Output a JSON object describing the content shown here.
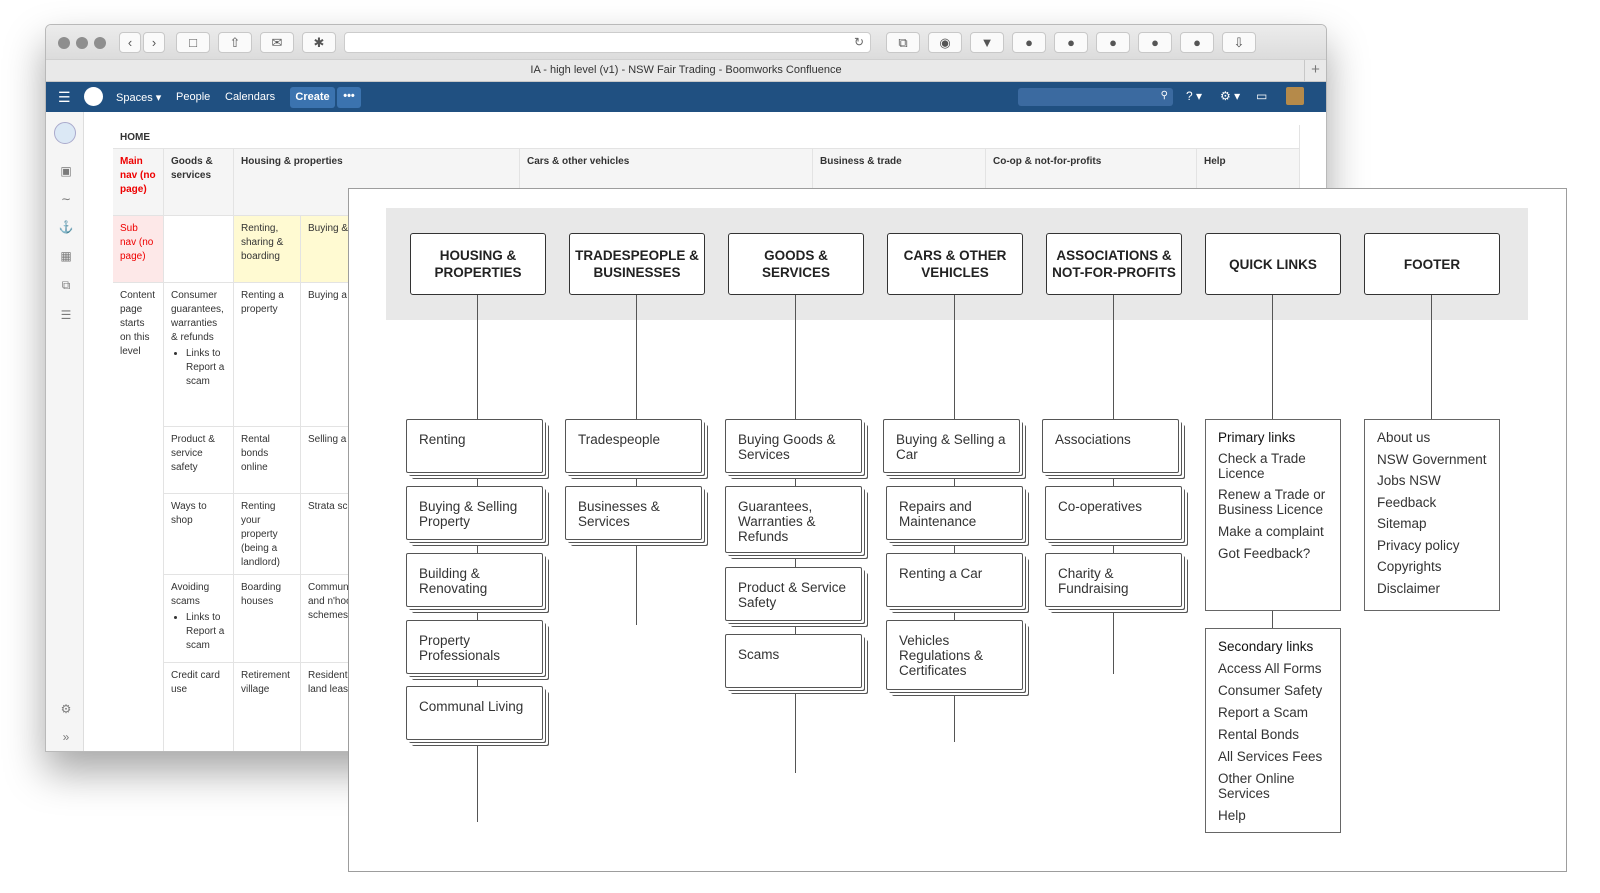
{
  "window": {
    "title": "IA - high level (v1) - NSW Fair Trading - Boomworks Confluence"
  },
  "nav": {
    "spaces": "Spaces",
    "people": "People",
    "calendars": "Calendars",
    "create": "Create",
    "more": "•••"
  },
  "table": {
    "home": "HOME",
    "headers": [
      "Main nav (no page)",
      "Goods & services",
      "Housing & properties",
      "Cars & other vehicles",
      "Business & trade",
      "Co-op & not-for-profits",
      "Help"
    ],
    "subnav": [
      "Sub nav (no page)",
      "",
      "Renting, sharing & boarding",
      "Buying & selling property"
    ],
    "content": "Content page starts on this level",
    "rows": [
      {
        "goods": "Consumer guarantees, warranties & refunds",
        "goods_bullet": "Links to Report a scam",
        "rent": "Renting a property",
        "buy": "Buying a property"
      },
      {
        "goods": "Product & service safety",
        "rent": "Rental bonds online",
        "buy": "Selling a property"
      },
      {
        "goods": "Ways to shop",
        "rent": "Renting your property (being a landlord)",
        "buy": "Strata schemes"
      },
      {
        "goods": "Avoiding scams",
        "goods_bullet": "Links to Report a scam",
        "rent": "Boarding houses",
        "buy": "Commun and n'hoo schemes"
      },
      {
        "goods": "Credit card use",
        "rent": "Retirement village",
        "buy": "Residenti land leas"
      }
    ]
  },
  "sitemap": {
    "top": [
      "HOUSING & PROPERTIES",
      "TRADESPEOPLE & BUSINESSES",
      "GOODS & SERVICES",
      "CARS & OTHER VEHICLES",
      "ASSOCIATIONS & NOT-FOR-PROFITS",
      "QUICK LINKS",
      "FOOTER"
    ],
    "housing": [
      "Renting",
      "Buying & Selling Property",
      "Building & Renovating",
      "Property Professionals",
      "Communal Living"
    ],
    "trades": [
      "Tradespeople",
      "Businesses & Services"
    ],
    "goods": [
      "Buying Goods & Services",
      "Guarantees, Warranties & Refunds",
      "Product & Service Safety",
      "Scams"
    ],
    "cars": [
      "Buying & Selling a Car",
      "Repairs and Maintenance",
      "Renting a Car",
      "Vehicles Regulations & Certificates"
    ],
    "assoc": [
      "Associations",
      "Co-operatives",
      "Charity & Fundraising"
    ],
    "primary": {
      "title": "Primary links",
      "items": [
        "Check a Trade Licence",
        "Renew a Trade or Business Licence",
        "Make a complaint",
        "Got Feedback?"
      ]
    },
    "secondary": {
      "title": "Secondary links",
      "items": [
        "Access All Forms",
        "Consumer Safety",
        "Report a Scam",
        "Rental Bonds",
        "All Services Fees",
        "Other Online Services",
        "Help"
      ]
    },
    "footer": [
      "About us",
      "NSW Government",
      "Jobs NSW",
      "Feedback",
      "Sitemap",
      "Privacy policy",
      "Copyrights",
      "Disclaimer"
    ]
  }
}
